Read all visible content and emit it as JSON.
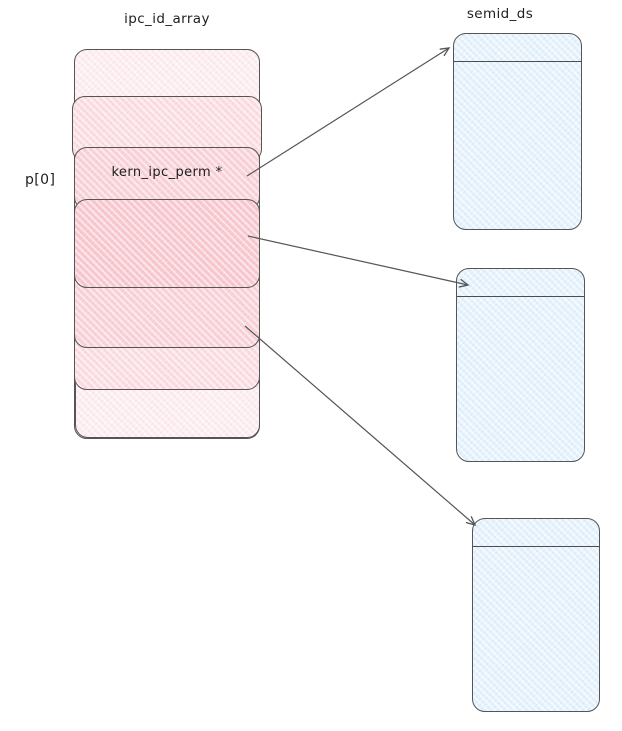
{
  "diagram": {
    "array": {
      "title": "ipc_id_array",
      "index_label": "p[0]",
      "cells": [
        {
          "id": "cell-0",
          "fill": "#fdeef1",
          "label": ""
        },
        {
          "id": "cell-1",
          "fill": "#fbdee3",
          "label": ""
        },
        {
          "id": "cell-2",
          "fill": "#f9d3d9",
          "label": "kern_ipc_perm *"
        },
        {
          "id": "cell-3",
          "fill": "#f8c9d0",
          "label": ""
        },
        {
          "id": "cell-4",
          "fill": "#f9d3d9",
          "label": ""
        },
        {
          "id": "cell-5",
          "fill": "#fbdee3",
          "label": ""
        },
        {
          "id": "cell-6",
          "fill": "#fdeef1",
          "label": ""
        }
      ]
    },
    "targets": {
      "title": "semid_ds",
      "boxes": [
        {
          "id": "semid-box-0",
          "fill": "#e6f2fc"
        },
        {
          "id": "semid-box-1",
          "fill": "#e6f2fc"
        },
        {
          "id": "semid-box-2",
          "fill": "#e6f2fc"
        }
      ]
    },
    "connections": [
      {
        "from": "cell-2",
        "to": "semid-box-0"
      },
      {
        "from": "cell-3",
        "to": "semid-box-1"
      },
      {
        "from": "cell-4",
        "to": "semid-box-2"
      }
    ],
    "colors": {
      "stroke": "#555555",
      "text": "#1e1e1e",
      "background": "#ffffff"
    }
  }
}
